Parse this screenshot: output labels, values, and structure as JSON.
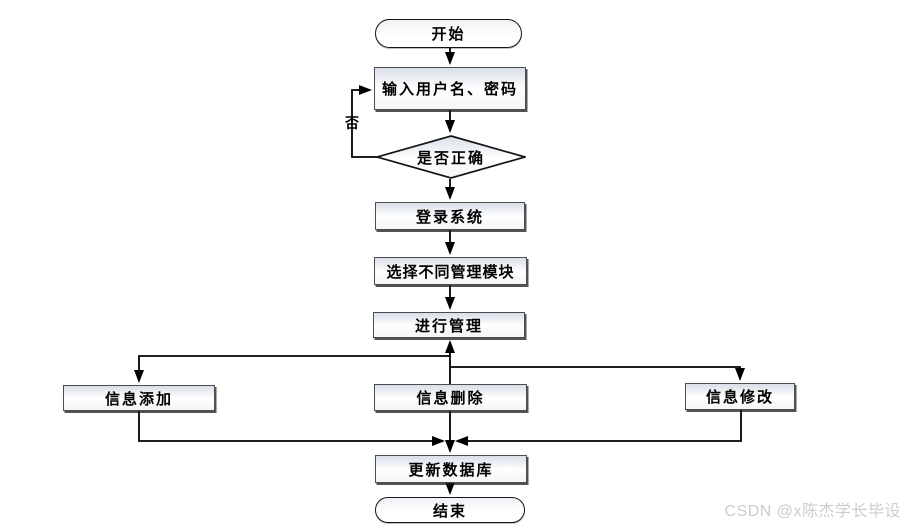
{
  "watermark": {
    "text": "CSDN @x陈杰学长毕设",
    "color": "#cccccc"
  },
  "labels": {
    "no_branch": "否"
  },
  "flowchart": {
    "nodes": {
      "start": {
        "label": "开始",
        "type": "terminator"
      },
      "input": {
        "label": "输入用户名、密码",
        "type": "process"
      },
      "check": {
        "label": "是否正确",
        "type": "decision"
      },
      "login": {
        "label": "登录系统",
        "type": "process"
      },
      "select": {
        "label": "选择不同管理模块",
        "type": "process"
      },
      "manage": {
        "label": "进行管理",
        "type": "process"
      },
      "add": {
        "label": "信息添加",
        "type": "process"
      },
      "delete": {
        "label": "信息删除",
        "type": "process"
      },
      "modify": {
        "label": "信息修改",
        "type": "process"
      },
      "update": {
        "label": "更新数据库",
        "type": "process"
      },
      "end": {
        "label": "结束",
        "type": "terminator"
      }
    },
    "colors": {
      "connector": "#000000",
      "node_border": "#4d4d4d",
      "node_fill_top": "#d9dfe8",
      "node_fill_bottom": "#ffffff"
    }
  }
}
